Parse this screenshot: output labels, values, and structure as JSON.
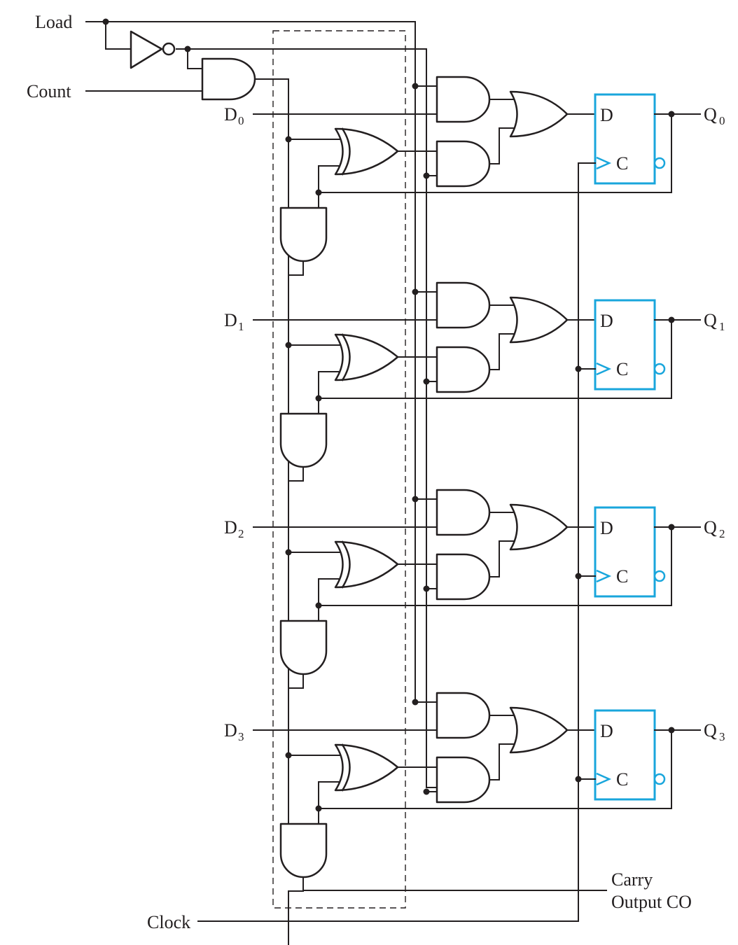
{
  "inputs": {
    "load": "Load",
    "count": "Count",
    "clock": "Clock"
  },
  "data_inputs": [
    {
      "letter": "D",
      "sub": "0"
    },
    {
      "letter": "D",
      "sub": "1"
    },
    {
      "letter": "D",
      "sub": "2"
    },
    {
      "letter": "D",
      "sub": "3"
    }
  ],
  "outputs": [
    {
      "letter": "Q",
      "sub": "0"
    },
    {
      "letter": "Q",
      "sub": "1"
    },
    {
      "letter": "Q",
      "sub": "2"
    },
    {
      "letter": "Q",
      "sub": "3"
    }
  ],
  "carry": {
    "line1": "Carry",
    "line2": "Output CO"
  },
  "flipflop": {
    "d_label": "D",
    "c_label": "C",
    "border_color": "#19a6dc"
  },
  "colors": {
    "wire": "#231f20",
    "flipflop": "#19a6dc"
  }
}
